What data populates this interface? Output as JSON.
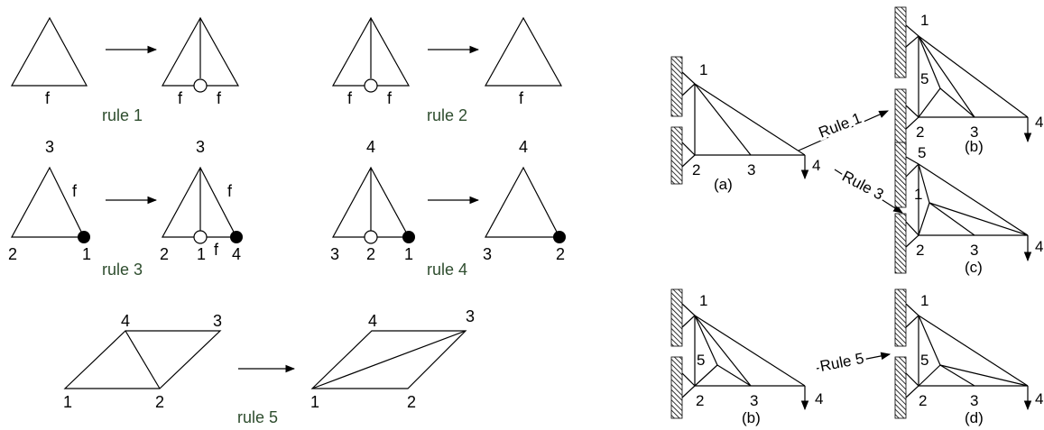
{
  "grammar_rules": {
    "rule1": {
      "label": "rule 1",
      "lhs_edge": "f",
      "rhs_left_edge": "f",
      "rhs_right_edge": "f"
    },
    "rule2": {
      "label": "rule 2",
      "lhs_left_edge": "f",
      "lhs_right_edge": "f",
      "rhs_edge": "f"
    },
    "rule3": {
      "label": "rule 3",
      "lhs_top": "3",
      "lhs_left": "2",
      "lhs_right": "1",
      "lhs_edge": "f",
      "rhs_top": "3",
      "rhs_left": "2",
      "rhs_mid": "1",
      "rhs_right": "4",
      "rhs_edge": "f",
      "rhs_bottom_edge": "f"
    },
    "rule4": {
      "label": "rule 4",
      "lhs_top": "4",
      "lhs_left": "3",
      "lhs_mid": "2",
      "lhs_right": "1",
      "rhs_top": "4",
      "rhs_left": "3",
      "rhs_right": "2"
    },
    "rule5": {
      "label": "rule 5",
      "lhs_v1": "1",
      "lhs_v2": "2",
      "lhs_v3": "3",
      "lhs_v4": "4",
      "rhs_v1": "1",
      "rhs_v2": "2",
      "rhs_v3": "3",
      "rhs_v4": "4"
    }
  },
  "truss_examples": {
    "a": {
      "caption": "(a)",
      "n1": "1",
      "n2": "2",
      "n3": "3",
      "n4": "4"
    },
    "b_top": {
      "caption": "(b)",
      "n1": "1",
      "n2": "2",
      "n3": "3",
      "n4": "4",
      "n5": "5"
    },
    "c": {
      "caption": "(c)",
      "n1": "1",
      "n2": "2",
      "n3": "3",
      "n4": "4",
      "n5": "5"
    },
    "b_bottom": {
      "caption": "(b)",
      "n1": "1",
      "n2": "2",
      "n3": "3",
      "n4": "4",
      "n5": "5"
    },
    "d": {
      "caption": "(d)",
      "n1": "1",
      "n2": "2",
      "n3": "3",
      "n4": "4",
      "n5": "5"
    },
    "arrow_rule1": "Rule 1",
    "arrow_rule3": "Rule 3",
    "arrow_rule5": "Rule 5"
  }
}
